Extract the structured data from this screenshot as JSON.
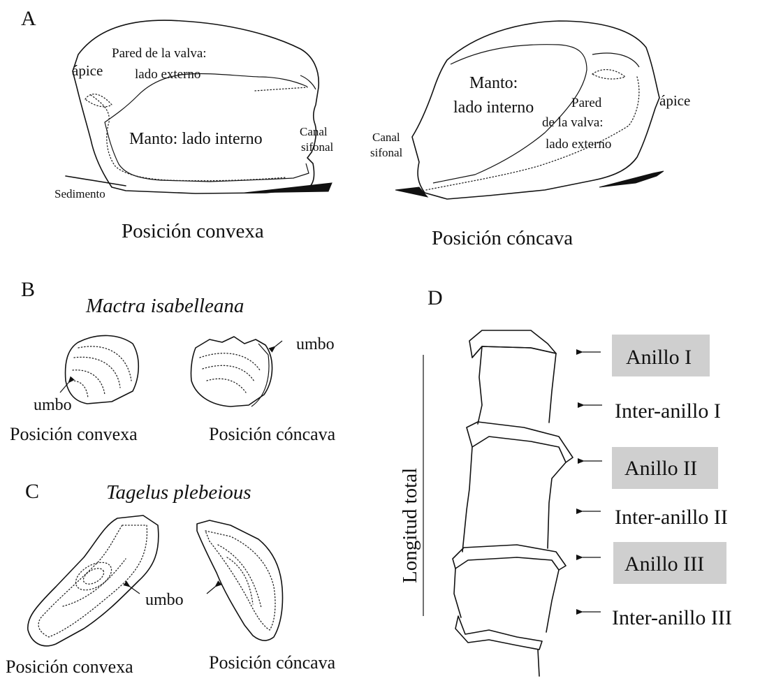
{
  "panel_a": {
    "letter": "A",
    "convex": {
      "apex": "ápice",
      "valve_wall_line1": "Pared de la valva:",
      "valve_wall_line2": "lado externo",
      "mantle": "Manto: lado interno",
      "siphon_line1": "Canal",
      "siphon_line2": "sifonal",
      "sediment": "Sedimento",
      "caption": "Posición convexa"
    },
    "concave": {
      "mantle_line1": "Manto:",
      "mantle_line2": "lado interno",
      "valve_wall_line1": "Pared",
      "valve_wall_line2": "de la valva:",
      "valve_wall_line3": "lado externo",
      "apex": "ápice",
      "siphon_line1": "Canal",
      "siphon_line2": "sifonal",
      "caption": "Posición cóncava"
    }
  },
  "panel_b": {
    "letter": "B",
    "species": "Mactra isabelleana",
    "umbo_left": "umbo",
    "umbo_right": "umbo",
    "caption_convex": "Posición convexa",
    "caption_concave": "Posición cóncava"
  },
  "panel_c": {
    "letter": "C",
    "species": "Tagelus plebeious",
    "umbo": "umbo",
    "caption_convex": "Posición convexa",
    "caption_concave": "Posición cóncava"
  },
  "panel_d": {
    "letter": "D",
    "axis_label": "Longitud total",
    "labels": [
      {
        "text": "Anillo I",
        "highlight": true
      },
      {
        "text": "Inter-anillo I",
        "highlight": false
      },
      {
        "text": "Anillo II",
        "highlight": true
      },
      {
        "text": "Inter-anillo II",
        "highlight": false
      },
      {
        "text": "Anillo III",
        "highlight": true
      },
      {
        "text": "Inter-anillo III",
        "highlight": false
      }
    ],
    "highlight_color": "#cfcfcf"
  }
}
